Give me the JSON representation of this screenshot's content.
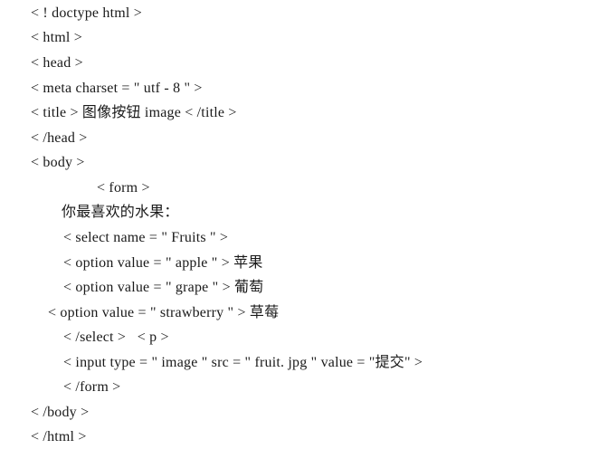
{
  "code_lines": [
    "< ! doctype html >",
    "< html >",
    "< head >",
    "< meta charset = \" utf - 8 \" >",
    "< title > 图像按钮 image < /title >",
    "< /head >",
    "< body >",
    "< form >",
    "你最喜欢的水果：",
    "< select name = \" Fruits \" >",
    "< option value = \" apple \" > 苹果",
    "< option value = \" grape \" > 葡萄",
    "< option value = \" strawberry \" > 草莓",
    "< /select >   < p >",
    "< input type = \" image \" src = \" fruit. jpg \" value = \"提交\" >",
    "< /form >",
    "< /body >",
    "< /html >"
  ]
}
